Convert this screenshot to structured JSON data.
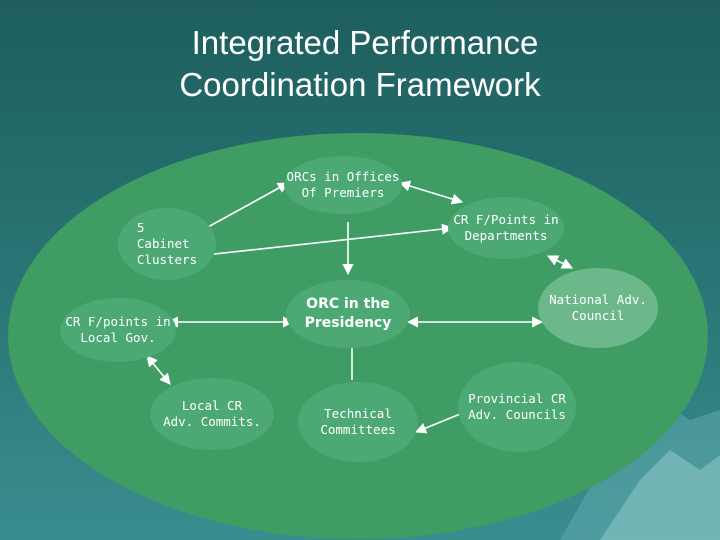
{
  "title": {
    "line1": "Integrated Performance",
    "line2": "Coordination Framework"
  },
  "nodes": {
    "orcs_offices": {
      "line1": "ORCs in Offices",
      "line2": "Of Premiers"
    },
    "cr_points_departments": {
      "line1": "CR F/Points in",
      "line2": "Departments"
    },
    "cabinet_clusters": {
      "line1": "5",
      "line2": "Cabinet",
      "line3": "Clusters"
    },
    "orc_presidency": {
      "line1": "ORC in the",
      "line2": "Presidency"
    },
    "national_adv_council": {
      "line1": "National Adv.",
      "line2": "Council"
    },
    "cr_points_local_gov": {
      "line1": "CR F/points in",
      "line2": "Local Gov."
    },
    "local_cr_adv_commits": {
      "line1": "Local CR",
      "line2": "Adv. Commits."
    },
    "technical_committees": {
      "line1": "Technical",
      "line2": "Committees"
    },
    "provincial_cr_adv_councils": {
      "line1": "Provincial CR",
      "line2": "Adv. Councils"
    }
  },
  "colors": {
    "background": "#1e5e5e",
    "oval": "#3f9c63",
    "node": "#4da974",
    "text": "#ffffff"
  }
}
